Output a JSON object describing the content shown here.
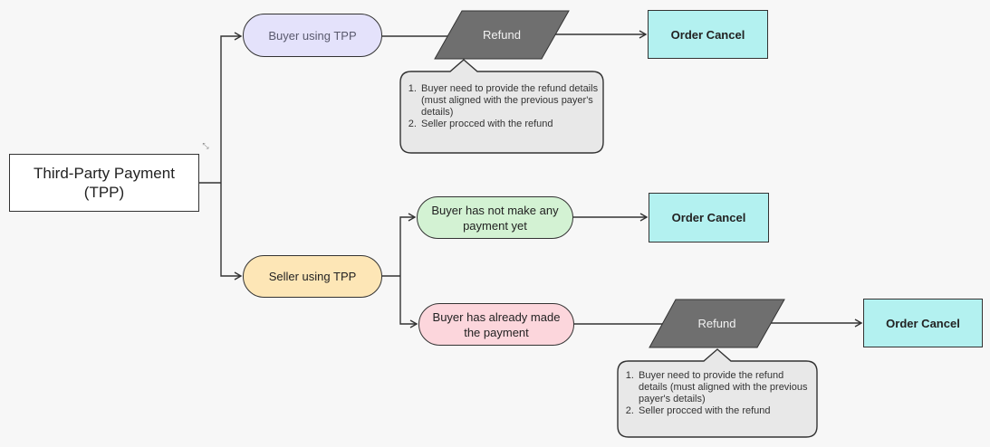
{
  "diagram": {
    "root": {
      "label": "Third-Party Payment (TPP)"
    },
    "branches": {
      "buyer_tpp": {
        "label": "Buyer using TPP"
      },
      "seller_tpp": {
        "label": "Seller using TPP"
      },
      "no_payment": {
        "label": "Buyer has not make any payment yet"
      },
      "already_paid": {
        "label": "Buyer has already made the payment"
      }
    },
    "refund_1": {
      "label": "Refund"
    },
    "refund_2": {
      "label": "Refund"
    },
    "cancel_1": {
      "label": "Order Cancel"
    },
    "cancel_2": {
      "label": "Order Cancel"
    },
    "cancel_3": {
      "label": "Order Cancel"
    },
    "callout_1": {
      "step_1": "Buyer need to provide the refund details (must aligned with the previous payer's details)",
      "step_2": "Seller procced with the refund"
    },
    "callout_2": {
      "step_1": "Buyer need to provide the refund details (must aligned with the previous payer's details)",
      "step_2": "Seller procced with the refund"
    },
    "icons": {
      "collapse": "collapse-icon"
    },
    "colors": {
      "purple_pill": "#e4e2fb",
      "yellow_pill": "#fde6b6",
      "green_pill": "#d3f2d3",
      "pink_pill": "#fcd6dc",
      "cancel_box": "#b3f1f0",
      "refund_shape": "#6f6f6f",
      "callout_fill": "#e8e8e8"
    }
  }
}
